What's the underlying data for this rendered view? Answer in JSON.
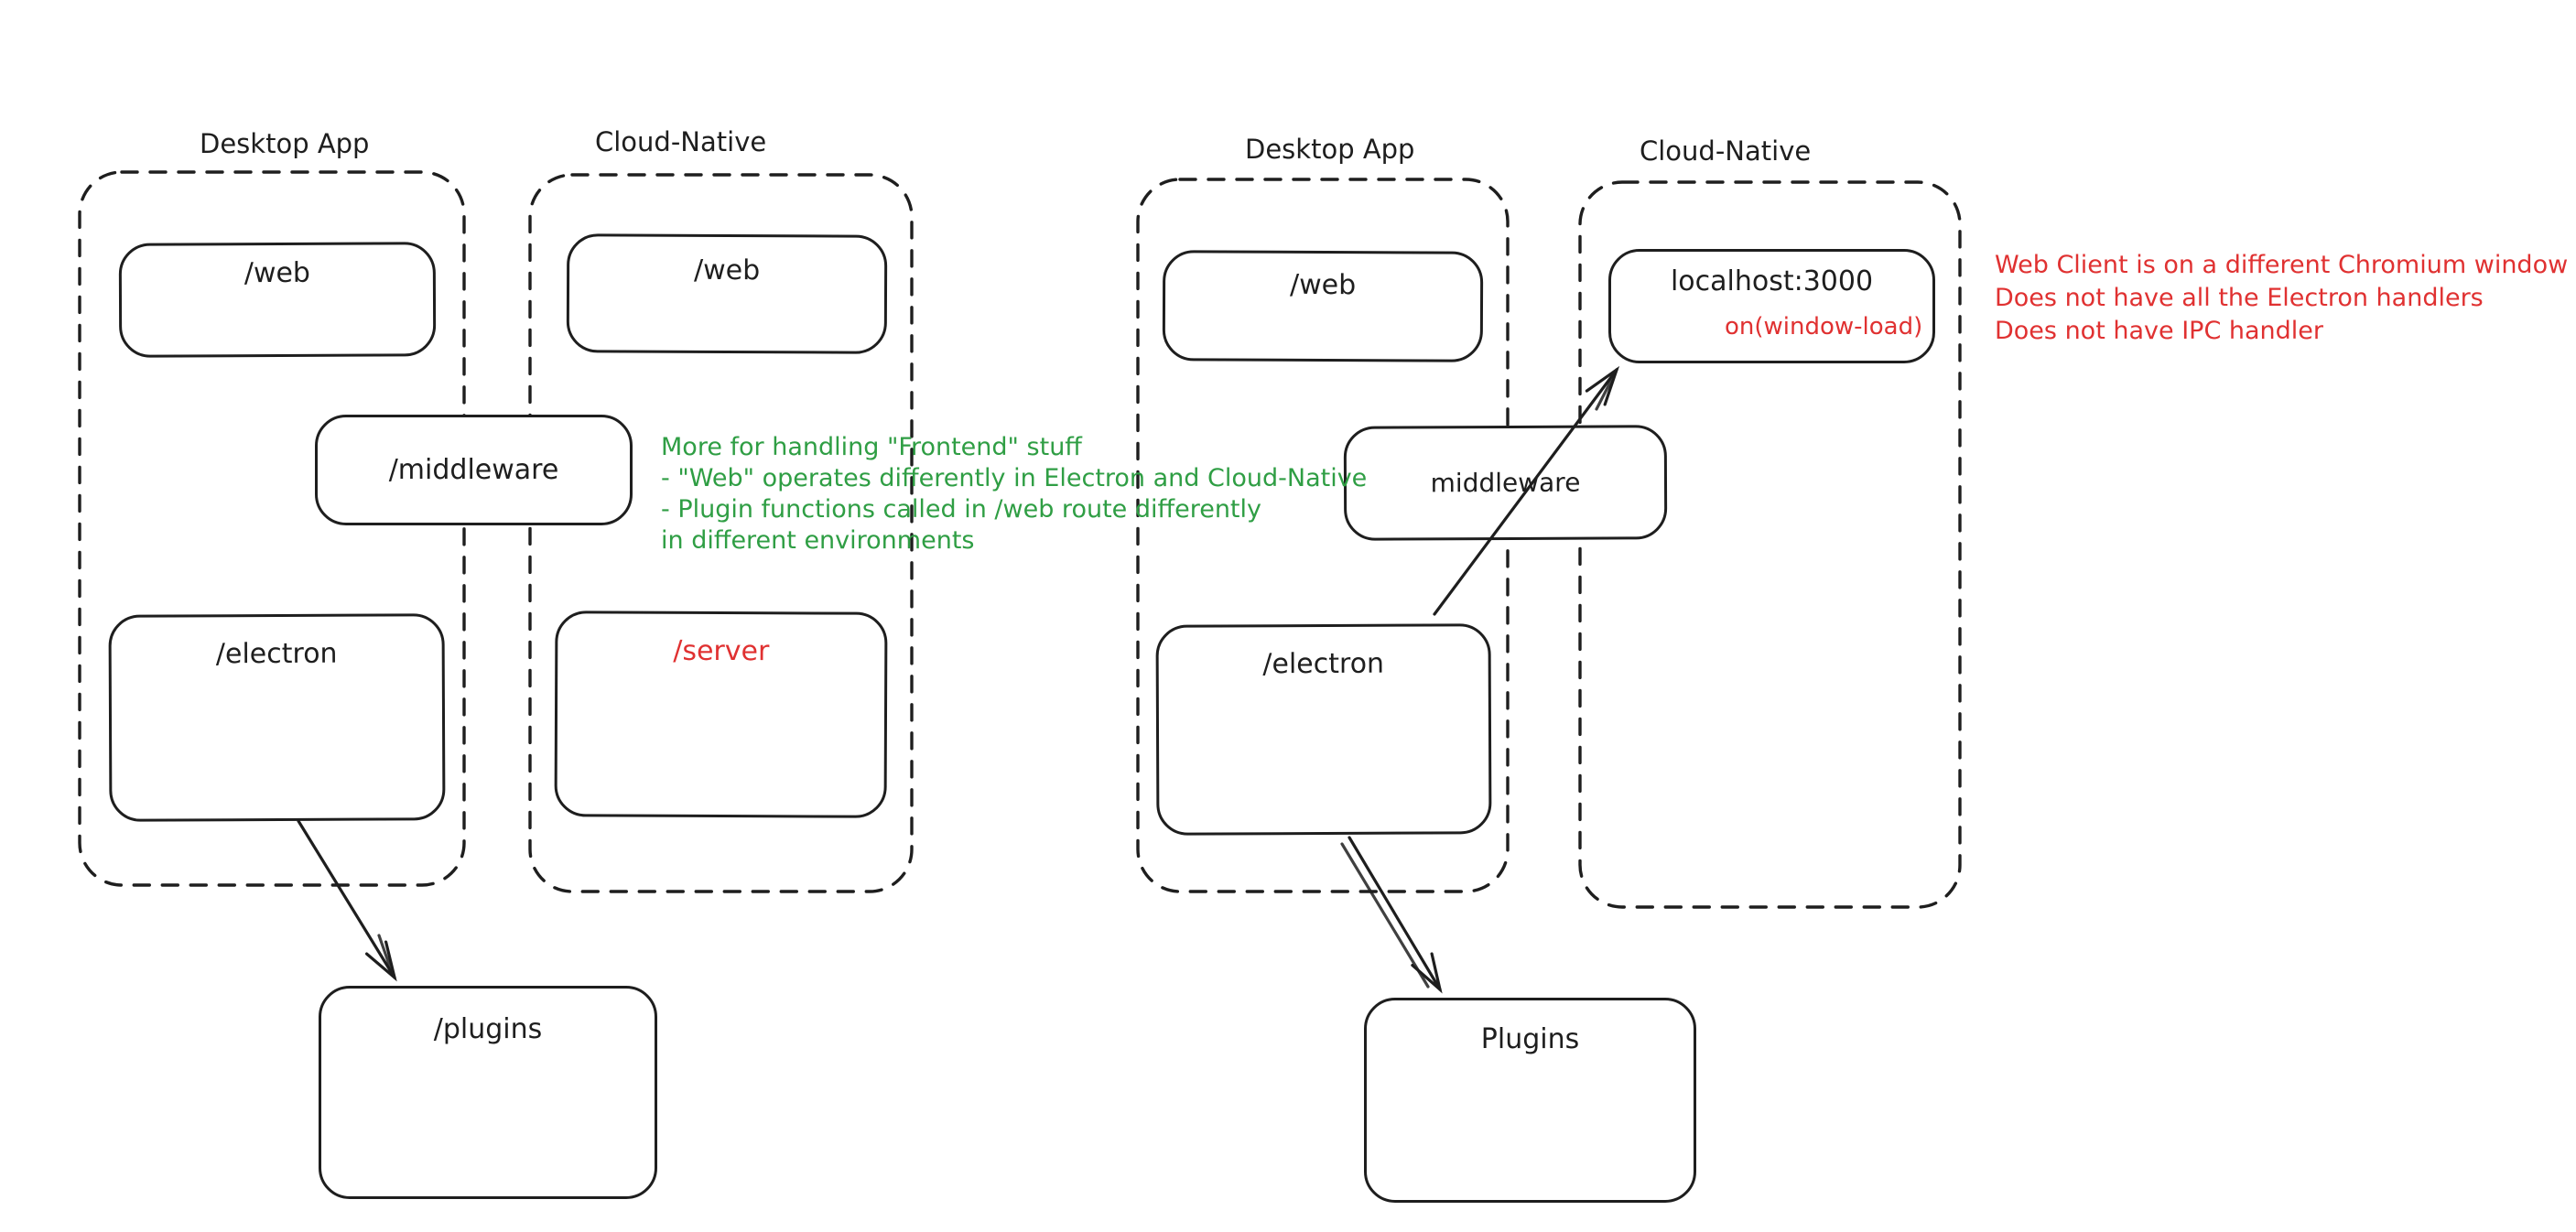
{
  "colors": {
    "ink": "#1e1e1e",
    "red": "#e03131",
    "green": "#2f9e44",
    "background": "#ffffff"
  },
  "left": {
    "desktop_label": "Desktop App",
    "cloud_label": "Cloud-Native",
    "nodes": {
      "web_desktop": "/web",
      "web_cloud": "/web",
      "middleware": "/middleware",
      "electron": "/electron",
      "server": "/server",
      "plugins": "/plugins"
    },
    "green_note": [
      "More for handling \"Frontend\" stuff",
      "- \"Web\" operates differently in Electron and Cloud-Native",
      "- Plugin functions called in /web route differently",
      "in different environments"
    ]
  },
  "right": {
    "desktop_label": "Desktop App",
    "cloud_label": "Cloud-Native",
    "nodes": {
      "web": "/web",
      "localhost": "localhost:3000",
      "window_load": "on(window-load)",
      "middleware": "middleware",
      "electron": "/electron",
      "plugins": "Plugins"
    },
    "red_note": [
      "Web Client is on a different Chromium window",
      "Does not have all the Electron handlers",
      "Does not have IPC handler"
    ]
  }
}
